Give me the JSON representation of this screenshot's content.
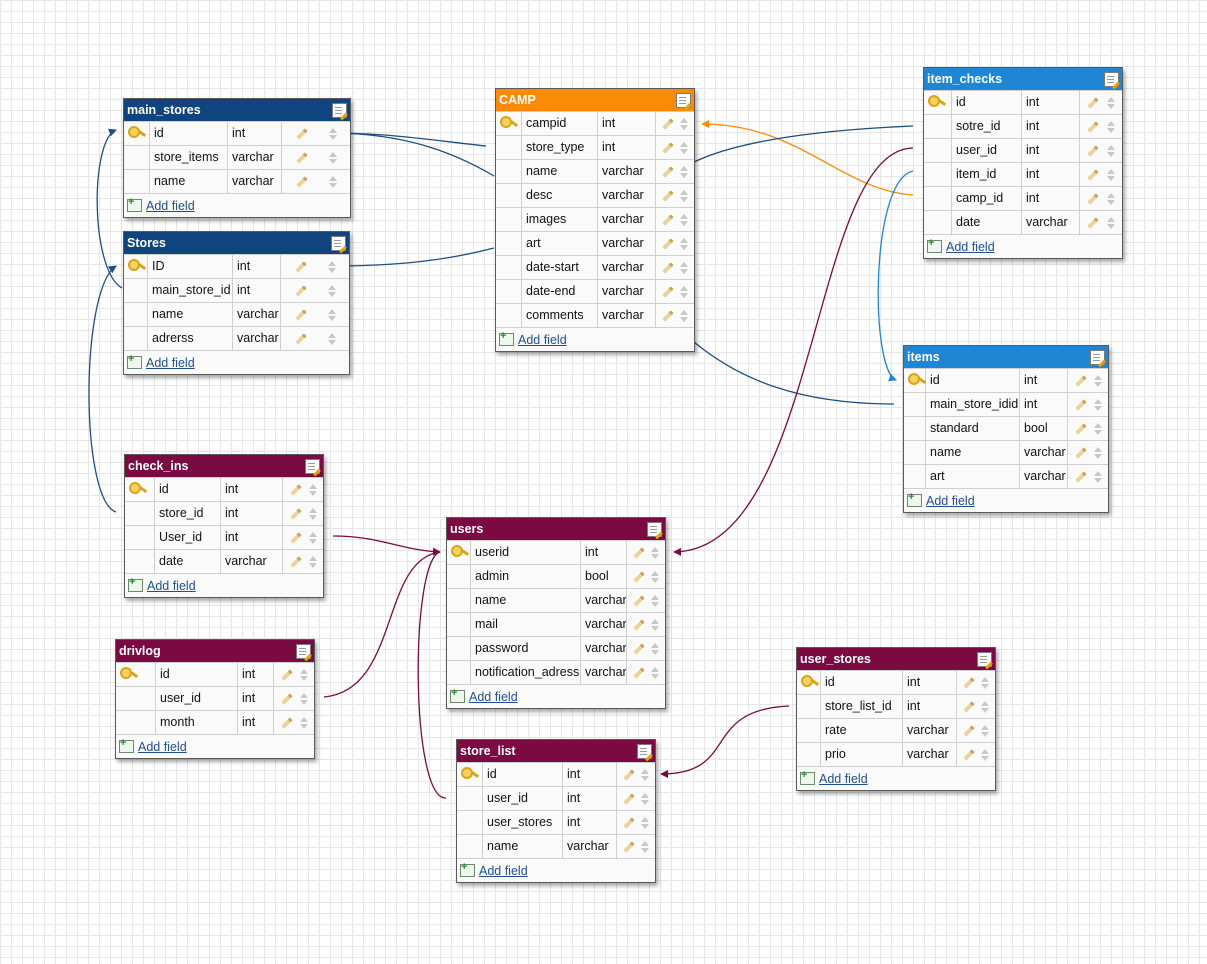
{
  "add_field_label": "Add field",
  "colors": {
    "blue": "#0f447e",
    "orange": "#fb8a07",
    "light_blue": "#1e86d4",
    "maroon": "#7b0a43",
    "connector_blue": "#1c4f82",
    "connector_orange": "#fb8a07",
    "connector_maroon": "#7b0a43"
  },
  "tables": {
    "main_stores": {
      "title": "main_stores",
      "fields": [
        {
          "name": "id",
          "type": "int",
          "pk": true
        },
        {
          "name": "store_items",
          "type": "varchar"
        },
        {
          "name": "name",
          "type": "varchar"
        }
      ]
    },
    "stores": {
      "title": "Stores",
      "fields": [
        {
          "name": "ID",
          "type": "int",
          "pk": true
        },
        {
          "name": "main_store_id",
          "type": "int"
        },
        {
          "name": "name",
          "type": "varchar"
        },
        {
          "name": "adrerss",
          "type": "varchar"
        }
      ]
    },
    "camp": {
      "title": "CAMP",
      "fields": [
        {
          "name": "campid",
          "type": "int",
          "pk": true
        },
        {
          "name": "store_type",
          "type": "int"
        },
        {
          "name": "name",
          "type": "varchar"
        },
        {
          "name": "desc",
          "type": "varchar"
        },
        {
          "name": "images",
          "type": "varchar"
        },
        {
          "name": "art",
          "type": "varchar"
        },
        {
          "name": "date-start",
          "type": "varchar"
        },
        {
          "name": "date-end",
          "type": "varchar"
        },
        {
          "name": "comments",
          "type": "varchar"
        }
      ]
    },
    "item_checks": {
      "title": "item_checks",
      "fields": [
        {
          "name": "id",
          "type": "int",
          "pk": true
        },
        {
          "name": "sotre_id",
          "type": "int"
        },
        {
          "name": "user_id",
          "type": "int"
        },
        {
          "name": "item_id",
          "type": "int"
        },
        {
          "name": "camp_id",
          "type": "int"
        },
        {
          "name": "date",
          "type": "varchar"
        }
      ]
    },
    "items": {
      "title": "items",
      "fields": [
        {
          "name": "id",
          "type": "int",
          "pk": true
        },
        {
          "name": "main_store_idid",
          "type": "int"
        },
        {
          "name": "standard",
          "type": "bool"
        },
        {
          "name": "name",
          "type": "varchar"
        },
        {
          "name": "art",
          "type": "varchar"
        }
      ]
    },
    "check_ins": {
      "title": "check_ins",
      "fields": [
        {
          "name": "id",
          "type": "int",
          "pk": true
        },
        {
          "name": "store_id",
          "type": "int"
        },
        {
          "name": "User_id",
          "type": "int"
        },
        {
          "name": "date",
          "type": "varchar"
        }
      ]
    },
    "users": {
      "title": "users",
      "fields": [
        {
          "name": "userid",
          "type": "int",
          "pk": true
        },
        {
          "name": "admin",
          "type": "bool"
        },
        {
          "name": "name",
          "type": "varchar"
        },
        {
          "name": "mail",
          "type": "varchar"
        },
        {
          "name": "password",
          "type": "varchar"
        },
        {
          "name": "notification_adress",
          "type": "varchar"
        }
      ]
    },
    "drivlog": {
      "title": "drivlog",
      "fields": [
        {
          "name": "id",
          "type": "int",
          "pk": true
        },
        {
          "name": "user_id",
          "type": "int"
        },
        {
          "name": "month",
          "type": "int"
        }
      ]
    },
    "user_stores": {
      "title": "user_stores",
      "fields": [
        {
          "name": "id",
          "type": "int",
          "pk": true
        },
        {
          "name": "store_list_id",
          "type": "int"
        },
        {
          "name": "rate",
          "type": "varchar"
        },
        {
          "name": "prio",
          "type": "varchar"
        }
      ]
    },
    "store_list": {
      "title": "store_list",
      "fields": [
        {
          "name": "id",
          "type": "int",
          "pk": true
        },
        {
          "name": "user_id",
          "type": "int"
        },
        {
          "name": "user_stores",
          "type": "int"
        },
        {
          "name": "name",
          "type": "varchar"
        }
      ]
    }
  }
}
